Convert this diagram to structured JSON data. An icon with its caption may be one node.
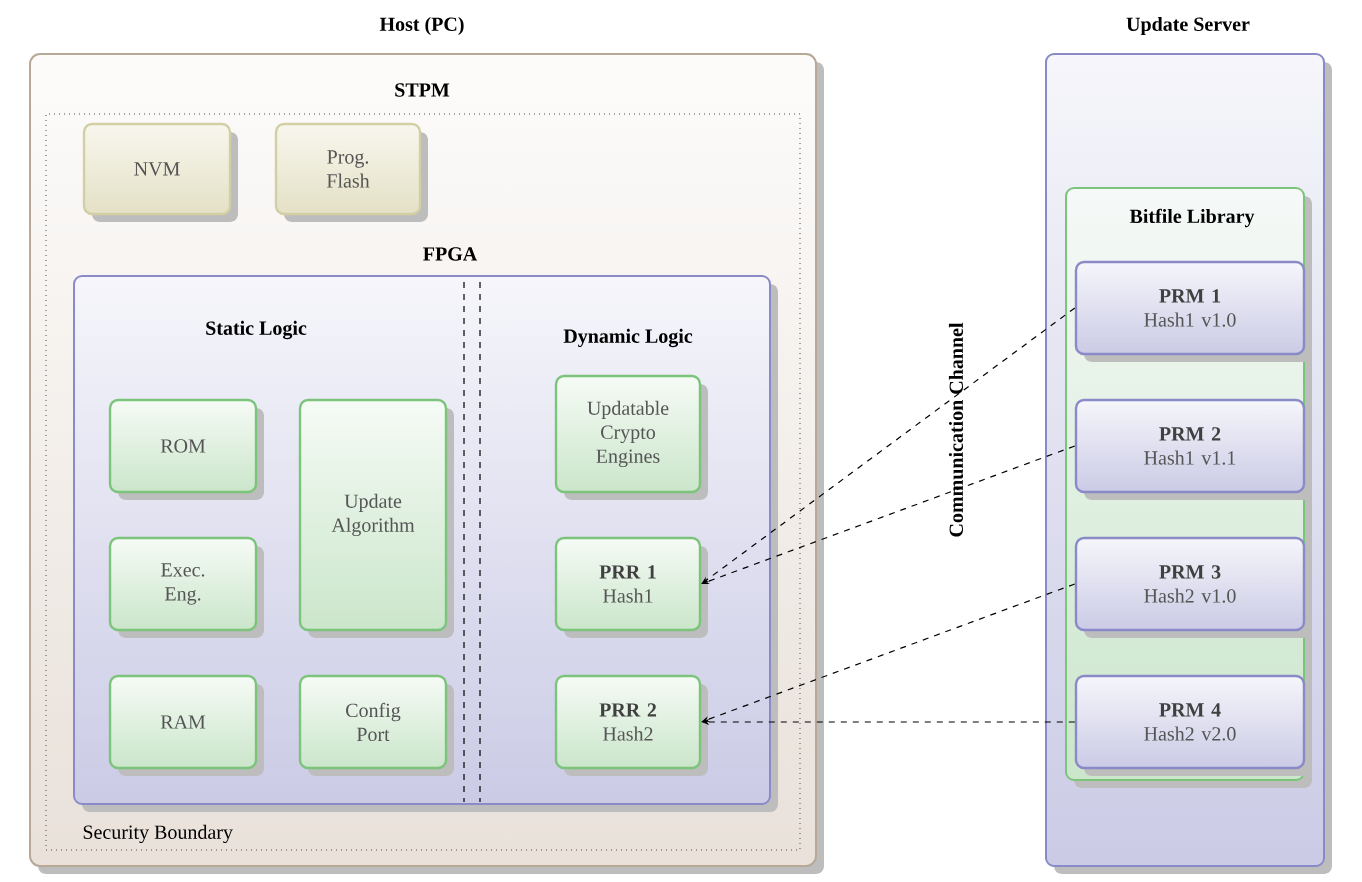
{
  "diagram": {
    "nodes": [
      {
        "text": [
          "Host (PC)"
        ]
      },
      {
        "text": [
          "STPM",
          "Security Boundary"
        ],
        "in": 0
      },
      {
        "text": [
          "NVM"
        ],
        "in": 1
      },
      {
        "text": [
          "Prog. Flash"
        ],
        "in": 1
      },
      {
        "text": [
          "FPGA",
          "Static Logic",
          "Dynamic Logic"
        ],
        "in": 1
      },
      {
        "text": [
          "ROM"
        ],
        "in": 4
      },
      {
        "text": [
          "Update Algorithm"
        ],
        "in": 4
      },
      {
        "text": [
          "Exec. Eng."
        ],
        "in": 4
      },
      {
        "text": [
          "RAM"
        ],
        "in": 4
      },
      {
        "text": [
          "Config Port"
        ],
        "in": 4
      },
      {
        "text": [
          "Updatable Crypto Engines"
        ],
        "in": 4
      },
      {
        "text": [
          "PRR 1",
          "Hash1"
        ],
        "in": 4
      },
      {
        "text": [
          "PRR 2",
          "Hash2"
        ],
        "in": 4
      },
      {
        "text": [
          "Update Server"
        ]
      },
      {
        "text": [
          "Bitfile Library"
        ],
        "in": 13
      },
      {
        "text": [
          "PRM 1",
          "Hash1 v1.0"
        ],
        "in": 14
      },
      {
        "text": [
          "PRM 2",
          "Hash1 v1.1"
        ],
        "in": 14
      },
      {
        "text": [
          "PRM 3",
          "Hash2 v1.0"
        ],
        "in": 14
      },
      {
        "text": [
          "PRM 4",
          "Hash2 v2.0"
        ],
        "in": 14
      }
    ],
    "edges": [
      {
        "from": 15,
        "to": 11,
        "arrow": "to",
        "style": "dashed"
      },
      {
        "from": 16,
        "to": 11,
        "arrow": "to",
        "style": "dashed"
      },
      {
        "from": 17,
        "to": 12,
        "arrow": "to",
        "style": "dashed"
      },
      {
        "from": 18,
        "to": 12,
        "arrow": "to",
        "style": "dashed"
      }
    ],
    "labels": [
      "Communication Channel"
    ]
  }
}
